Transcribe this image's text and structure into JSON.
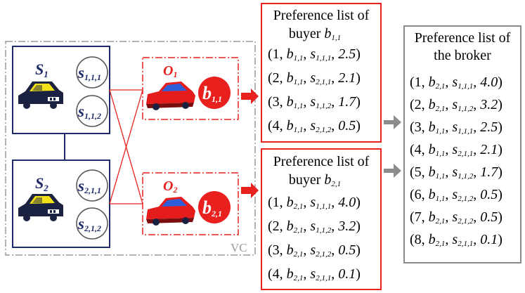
{
  "colors": {
    "navy": "#1f2a6b",
    "red": "#e8201e",
    "gray_border": "#8a8a8a",
    "vc_border": "#9a9a9a",
    "arrow_gray": "#8c8c8c",
    "car_dark": "#1b2140",
    "car_yellow": "#f2e21c",
    "car_red": "#e51c1c",
    "car_blue": "#2f5fd8"
  },
  "vc_label": "VC",
  "sellers": [
    {
      "main": "S",
      "sub": "1",
      "subs": [
        "s1,1,1",
        "s1,1,2"
      ]
    },
    {
      "main": "S",
      "sub": "2",
      "subs": [
        "s2,1,1",
        "s2,1,2"
      ]
    }
  ],
  "sub_seller_labels": [
    {
      "main": "s",
      "sub": "1,1,1"
    },
    {
      "main": "s",
      "sub": "1,1,2"
    },
    {
      "main": "s",
      "sub": "2,1,1"
    },
    {
      "main": "s",
      "sub": "2,1,2"
    }
  ],
  "buyers": [
    {
      "o_main": "O",
      "o_sub": "1",
      "b_main": "b",
      "b_sub": "1,1"
    },
    {
      "o_main": "O",
      "o_sub": "2",
      "b_main": "b",
      "b_sub": "2,1"
    }
  ],
  "lists": {
    "buyer1": {
      "title_line1": "Preference list of",
      "title_line2": "buyer",
      "title_var": "b",
      "title_sub": "1,1",
      "entries": [
        {
          "rank": "1",
          "b": "1,1",
          "s": "1,1,1",
          "v": "2.5"
        },
        {
          "rank": "2",
          "b": "1,1",
          "s": "2,1,1",
          "v": "2.1"
        },
        {
          "rank": "3",
          "b": "1,1",
          "s": "1,1,2",
          "v": "1.7"
        },
        {
          "rank": "4",
          "b": "1,1",
          "s": "2,1,2",
          "v": "0.5"
        }
      ]
    },
    "buyer2": {
      "title_line1": "Preference list of",
      "title_line2": "buyer",
      "title_var": "b",
      "title_sub": "2,1",
      "entries": [
        {
          "rank": "1",
          "b": "2,1",
          "s": "1,1,1",
          "v": "4.0"
        },
        {
          "rank": "2",
          "b": "2,1",
          "s": "1,1,2",
          "v": "3.2"
        },
        {
          "rank": "3",
          "b": "2,1",
          "s": "2,1,2",
          "v": "0.5"
        },
        {
          "rank": "4",
          "b": "2,1",
          "s": "2,1,1",
          "v": "0.1"
        }
      ]
    },
    "broker": {
      "title_line1": "Preference list of",
      "title_line2": "the broker",
      "entries": [
        {
          "rank": "1",
          "b": "2,1",
          "s": "1,1,1",
          "v": "4.0"
        },
        {
          "rank": "2",
          "b": "2,1",
          "s": "1,1,2",
          "v": "3.2"
        },
        {
          "rank": "3",
          "b": "1,1",
          "s": "1,1,1",
          "v": "2.5"
        },
        {
          "rank": "4",
          "b": "1,1",
          "s": "2,1,1",
          "v": "2.1"
        },
        {
          "rank": "5",
          "b": "1,1",
          "s": "1,1,2",
          "v": "1.7"
        },
        {
          "rank": "6",
          "b": "1,1",
          "s": "2,1,2",
          "v": "0.5"
        },
        {
          "rank": "7",
          "b": "2,1",
          "s": "2,1,2",
          "v": "0.5"
        },
        {
          "rank": "8",
          "b": "2,1",
          "s": "2,1,1",
          "v": "0.1"
        }
      ]
    }
  }
}
